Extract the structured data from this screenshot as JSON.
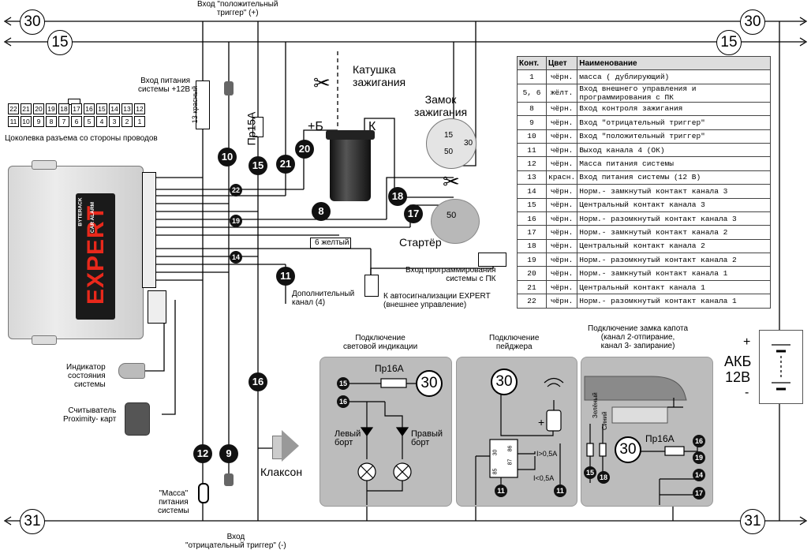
{
  "buses": {
    "b30": "30",
    "b15": "15",
    "b31": "31"
  },
  "header_labels": {
    "trigger_pos": "Вход \"положительный\nтриггер\" (+)",
    "power_in": "Вход питания\nсистемы +12В",
    "wire13": "13 красный",
    "connector_caption": "Цоколевка разъема со стороны проводов",
    "fuse": "Пр15А",
    "coil": "Катушка\nзажигания",
    "coil_plus": "+Б",
    "coil_k": "К",
    "lock": "Замок\nзажигания",
    "starter": "Стартёр",
    "wire6": "6 желтый",
    "prog_in": "Вход программирования\nсистемы с ПК",
    "ext": "К автосигнализации EXPERT\n(внешнее управление)",
    "aux": "Дополнительный\nканал (4)",
    "indicator": "Индикатор\nсостояния\nсистемы",
    "reader": "Считыватель\nProximity- карт",
    "horn": "Клаксон",
    "mass": "\"Масса\"\nпитания\nсистемы",
    "trigger_neg": "Вход\n\"отрицательный триггер\" (-)",
    "akb": "АКБ\n12В",
    "akb_plus": "+",
    "akb_minus": "-"
  },
  "connector": {
    "row1": [
      "22",
      "21",
      "20",
      "19",
      "18",
      "17",
      "16",
      "15",
      "14",
      "13",
      "12"
    ],
    "row2": [
      "11",
      "10",
      "9",
      "8",
      "7",
      "6",
      "5",
      "4",
      "3",
      "2",
      "1"
    ]
  },
  "lock_pins": {
    "p15": "15",
    "p30": "30",
    "p50": "50"
  },
  "starter_pin": "50",
  "brand": {
    "name": "EXPERT",
    "sub1": "BYTERACK",
    "sub2": "CAR ALARM"
  },
  "pins": {
    "p10": "10",
    "p15": "15",
    "p21": "21",
    "p20": "20",
    "p8": "8",
    "p18": "18",
    "p17": "17",
    "p22": "22",
    "p19": "19",
    "p14": "14",
    "p11": "11",
    "p16": "16",
    "p12": "12",
    "p9": "9"
  },
  "legend": {
    "headers": [
      "Конт.",
      "Цвет",
      "Наименование"
    ],
    "rows": [
      [
        "1",
        "чёрн.",
        "масса ( дублирующий)"
      ],
      [
        "5, 6",
        "жёлт.",
        "Вход внешнего управления и программирования с ПК"
      ],
      [
        "8",
        "чёрн.",
        "Вход контроля зажигания"
      ],
      [
        "9",
        "чёрн.",
        "Вход \"отрицательный триггер\""
      ],
      [
        "10",
        "чёрн.",
        "Вход \"положительный триггер\""
      ],
      [
        "11",
        "чёрн.",
        "Выход канала 4 (ОК)"
      ],
      [
        "12",
        "чёрн.",
        "Масса питания системы"
      ],
      [
        "13",
        "красн.",
        "Вход питания системы (12 В)"
      ],
      [
        "14",
        "чёрн.",
        "Норм.- замкнутый контакт канала 3"
      ],
      [
        "15",
        "чёрн.",
        "Центральный контакт канала 3"
      ],
      [
        "16",
        "чёрн.",
        "Норм.- разомкнутый контакт канала 3"
      ],
      [
        "17",
        "чёрн.",
        "Норм.- замкнутый контакт канала 2"
      ],
      [
        "18",
        "чёрн.",
        "Центральный контакт канала 2"
      ],
      [
        "19",
        "чёрн.",
        "Норм.- разомкнутый контакт канала 2"
      ],
      [
        "20",
        "чёрн.",
        "Норм.- замкнутый контакт канала 1"
      ],
      [
        "21",
        "чёрн.",
        "Центральный контакт канала 1"
      ],
      [
        "22",
        "чёрн.",
        "Норм.- разомкнутый контакт канала 1"
      ]
    ]
  },
  "panels": {
    "light": {
      "title": "Подключение\nсветовой индикации",
      "fuse": "Пр16А",
      "fuse_no": "30",
      "p15": "15",
      "p16": "16",
      "left": "Левый\nборт",
      "right": "Правый\nборт"
    },
    "pager": {
      "title": "Подключение\nпейджера",
      "fuse_no": "30",
      "plus": "+",
      "i_hi": "I>0,5A",
      "i_lo": "I<0,5A",
      "p11a": "11",
      "p11b": "11",
      "r30": "30",
      "r86": "86",
      "r85": "85",
      "r87": "87"
    },
    "hood": {
      "title": "Подключение замка капота\n(канал 2-отпирание,\nканал 3- запирание)",
      "fuse": "Пр16А",
      "fuse_no": "30",
      "green": "Зелёный",
      "blue": "Синий",
      "p15": "15",
      "p18": "18",
      "p16": "16",
      "p19": "19",
      "p14": "14",
      "p17": "17"
    }
  }
}
